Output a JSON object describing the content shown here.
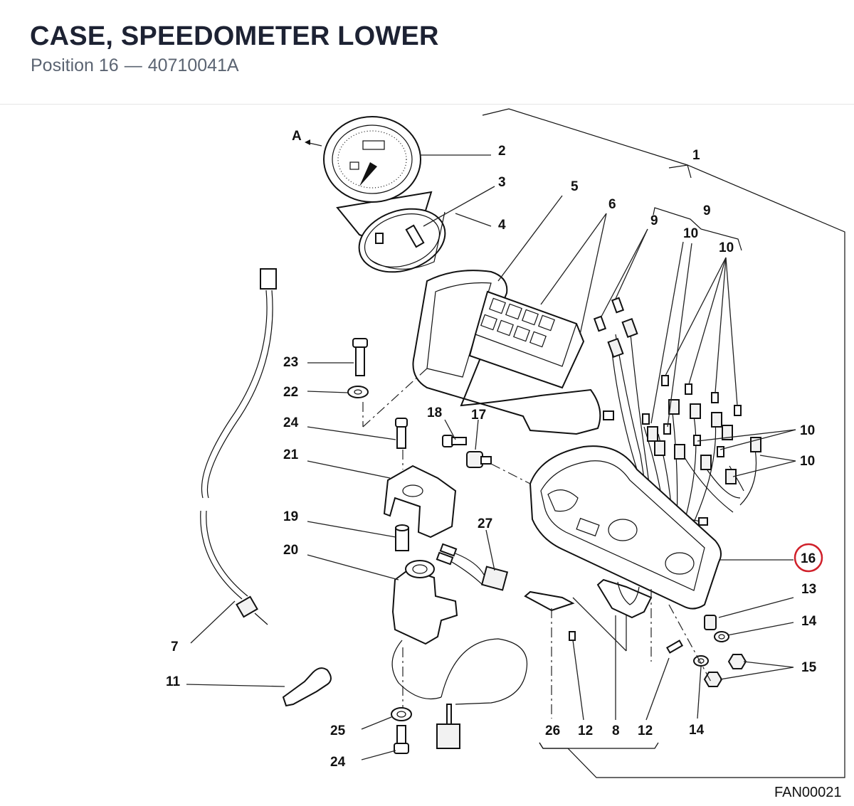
{
  "header": {
    "title": "CASE, SPEEDOMETER LOWER",
    "position_label": "Position 16",
    "separator": "—",
    "part_number": "40710041A"
  },
  "diagram": {
    "code": "FAN00021",
    "view_marker": "A",
    "highlighted_callout": "16",
    "highlight_color": "#d0202a",
    "callouts": {
      "c1": "1",
      "c2": "2",
      "c3": "3",
      "c4": "4",
      "c5": "5",
      "c6": "6",
      "c7": "7",
      "c8": "8",
      "c9a": "9",
      "c9b": "9",
      "c10a": "10",
      "c10b": "10",
      "c10c": "10",
      "c10d": "10",
      "c11": "11",
      "c12a": "12",
      "c12b": "12",
      "c13": "13",
      "c14a": "14",
      "c14b": "14",
      "c15": "15",
      "c16": "16",
      "c17": "17",
      "c18": "18",
      "c19": "19",
      "c20": "20",
      "c21": "21",
      "c22": "22",
      "c23": "23",
      "c24a": "24",
      "c24b": "24",
      "c25": "25",
      "c26": "26",
      "c27": "27"
    }
  }
}
